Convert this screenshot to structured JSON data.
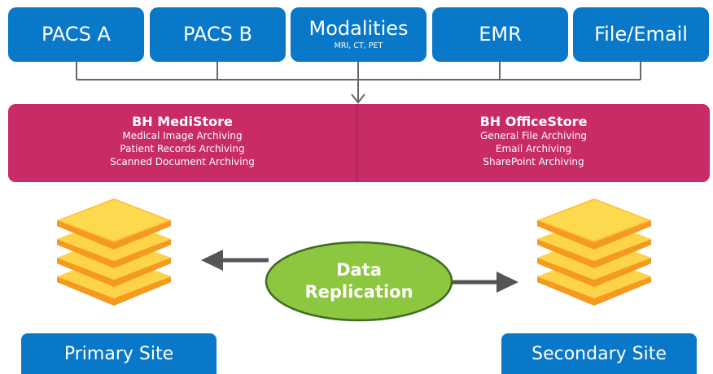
{
  "sources": [
    {
      "id": "pacs-a",
      "label": "PACS A",
      "sub": ""
    },
    {
      "id": "pacs-b",
      "label": "PACS B",
      "sub": ""
    },
    {
      "id": "modalities",
      "label": "Modalities",
      "sub": "MRI, CT, PET"
    },
    {
      "id": "emr",
      "label": "EMR",
      "sub": ""
    },
    {
      "id": "file-email",
      "label": "File/Email",
      "sub": ""
    }
  ],
  "archive": {
    "left": {
      "title": "BH MediStore",
      "lines": [
        "Medical Image Archiving",
        "Patient Records Archiving",
        "Scanned Document Archiving"
      ]
    },
    "right": {
      "title": "BH OfficeStore",
      "lines": [
        "General File Archiving",
        "Email Archiving",
        "SharePoint Archiving"
      ]
    }
  },
  "replication": {
    "line1": "Data",
    "line2": "Replication"
  },
  "sites": {
    "primary": "Primary Site",
    "secondary": "Secondary Site"
  },
  "colors": {
    "source_blue": "#0a78c8",
    "archive_magenta": "#c92b67",
    "replication_green": "#8dc63f",
    "storage_yellow": "#f7b52d",
    "connector_gray": "#666666"
  },
  "icons": [
    "database-stack-icon",
    "database-stack-icon"
  ]
}
